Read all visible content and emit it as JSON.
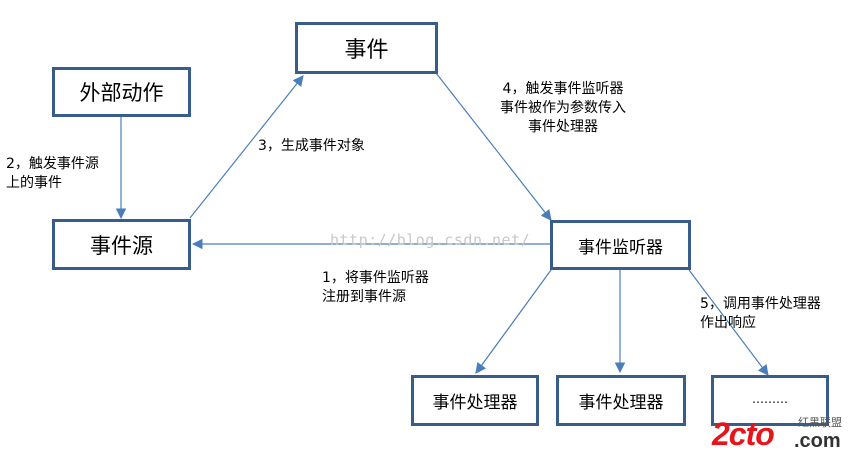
{
  "diagram": {
    "nodes": {
      "event": "事件",
      "external_action": "外部动作",
      "event_source": "事件源",
      "event_listener": "事件监听器",
      "handler_1": "事件处理器",
      "handler_2": "事件处理器",
      "handler_more": "………"
    },
    "labels": {
      "step1_line1": "1，将事件监听器",
      "step1_line2": "注册到事件源",
      "step2_line1": "2，触发事件源",
      "step2_line2": "上的事件",
      "step3": "3，生成事件对象",
      "step4_line1": "4，触发事件监听器",
      "step4_line2": "事件被作为参数传入",
      "step4_line3": "事件处理器",
      "step5_line1": "5，调用事件处理器",
      "step5_line2": "作出响应"
    },
    "colors": {
      "box_border": "#385d8a",
      "arrow": "#4a7ebb",
      "watermark": "#c9c9c9",
      "logo_red": "#e8141c"
    }
  },
  "watermark": "http://blog.csdn.net/",
  "logo": {
    "brand": "2cto",
    "domain": ".com",
    "tagline": "红黑联盟"
  }
}
